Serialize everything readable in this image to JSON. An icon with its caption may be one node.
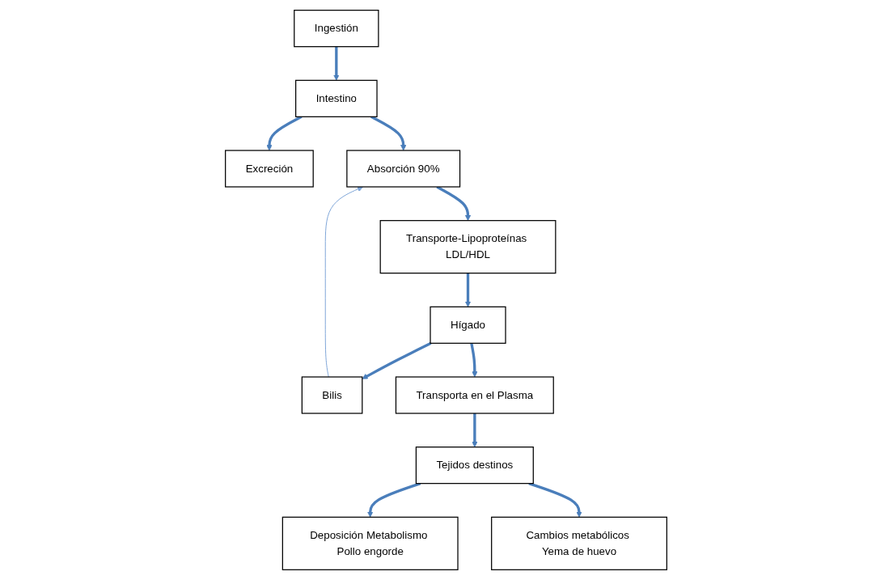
{
  "diagram": {
    "nodes": [
      {
        "text": [
          "Ingestión"
        ]
      },
      {
        "text": [
          "Intestino"
        ]
      },
      {
        "text": [
          "Excreción"
        ]
      },
      {
        "text": [
          "Absorción 90%"
        ]
      },
      {
        "text": [
          "Transporte-Lipoproteínas LDL/HDL"
        ]
      },
      {
        "text": [
          "Bilis"
        ]
      },
      {
        "text": [
          "Hígado"
        ]
      },
      {
        "text": [
          "Transporta en el Plasma"
        ]
      },
      {
        "text": [
          "Deposición Metabolismo Pollo engorde"
        ]
      },
      {
        "text": [
          "Tejidos destinos"
        ]
      },
      {
        "text": [
          "Cambios metabólicos Yema de huevo"
        ]
      }
    ],
    "edges": [
      {
        "from": 0,
        "to": 1,
        "arrow": "to"
      },
      {
        "from": 1,
        "to": 2,
        "arrow": "to"
      },
      {
        "from": 1,
        "to": 3,
        "arrow": "to"
      },
      {
        "from": 3,
        "to": 4,
        "arrow": "to"
      },
      {
        "from": 4,
        "to": 6,
        "arrow": "to"
      },
      {
        "from": 6,
        "to": 5,
        "arrow": "to"
      },
      {
        "from": 5,
        "to": 3,
        "arrow": "to",
        "color": "#7fa6d8"
      },
      {
        "from": 6,
        "to": 7,
        "arrow": "to"
      },
      {
        "from": 7,
        "to": 9,
        "arrow": "to"
      },
      {
        "from": 9,
        "to": 8,
        "arrow": "to"
      },
      {
        "from": 9,
        "to": 10,
        "arrow": "to"
      }
    ]
  }
}
